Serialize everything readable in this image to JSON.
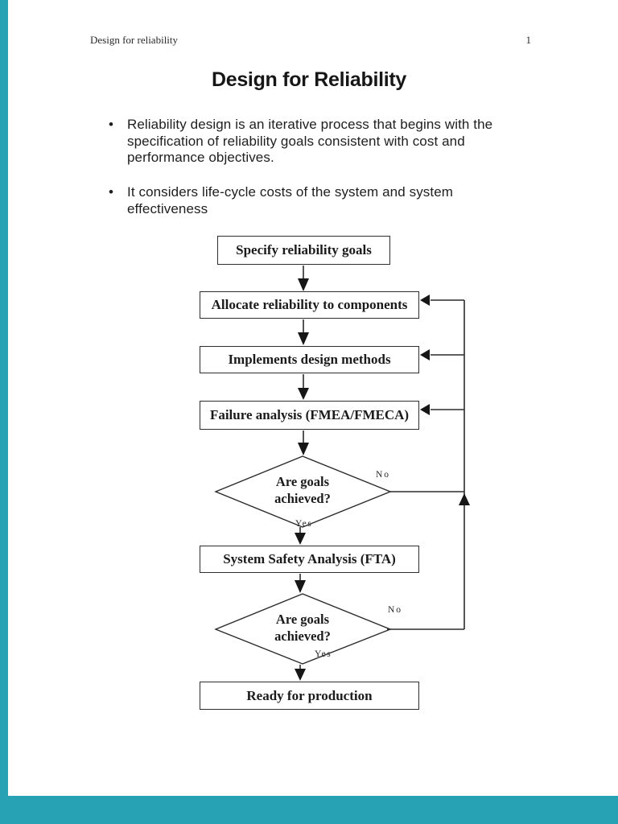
{
  "colors": {
    "viewer_background": "#27a2b4",
    "ink": "#1f1f1f",
    "line": "#2b2b2b"
  },
  "header": {
    "left": "Design for reliability",
    "page_number": "1"
  },
  "title": "Design for Reliability",
  "bullets": [
    {
      "lines": [
        "Reliability design is an iterative process that begins with the",
        "specification of reliability goals consistent with cost and",
        "performance objectives."
      ]
    },
    {
      "lines": [
        "It considers life-cycle costs of the system and system",
        "effectiveness"
      ]
    }
  ],
  "flowchart": {
    "steps": [
      {
        "label": "Specify reliability goals"
      },
      {
        "label": "Allocate reliability to components"
      },
      {
        "label": "Implements design methods"
      },
      {
        "label": "Failure analysis (FMEA/FMECA)"
      },
      {
        "label": "System Safety Analysis (FTA)"
      },
      {
        "label": "Ready for production"
      }
    ],
    "decisions": [
      {
        "question_line1": "Are goals",
        "question_line2": "achieved?",
        "no_label": "No",
        "yes_label": "Yes"
      },
      {
        "question_line1": "Are goals",
        "question_line2": "achieved?",
        "no_label": "No",
        "yes_label": "Yes"
      }
    ]
  }
}
